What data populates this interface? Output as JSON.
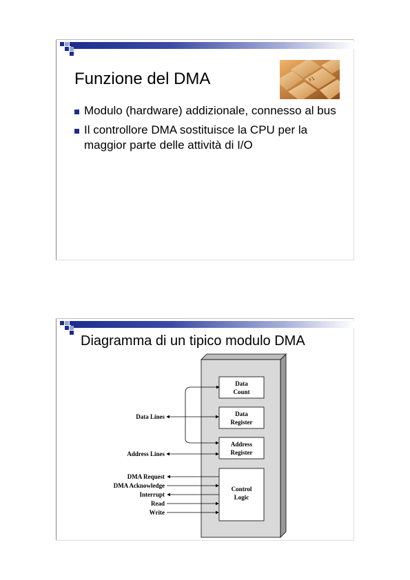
{
  "slide1": {
    "title": "Funzione del DMA",
    "bullets": [
      "Modulo (hardware) addizionale, connesso al bus",
      "Il controllore DMA sostituisce la CPU per la maggior parte delle attività di I/O"
    ],
    "image_icon": "keyboard-keys-photo"
  },
  "slide2": {
    "title": "Diagramma di un tipico modulo DMA",
    "registers": {
      "data_count": [
        "Data",
        "Count"
      ],
      "data_register": [
        "Data",
        "Register"
      ],
      "address_register": [
        "Address",
        "Register"
      ],
      "control_logic": [
        "Control",
        "Logic"
      ]
    },
    "bus_labels": {
      "data_lines": "Data Lines",
      "address_lines": "Address Lines"
    },
    "control_signals": [
      "DMA Request",
      "DMA Acknowledge",
      "Interrupt",
      "Read",
      "Write"
    ]
  },
  "colors": {
    "accent": "#1c2d8f",
    "module_fill": "#d9d9d9"
  }
}
